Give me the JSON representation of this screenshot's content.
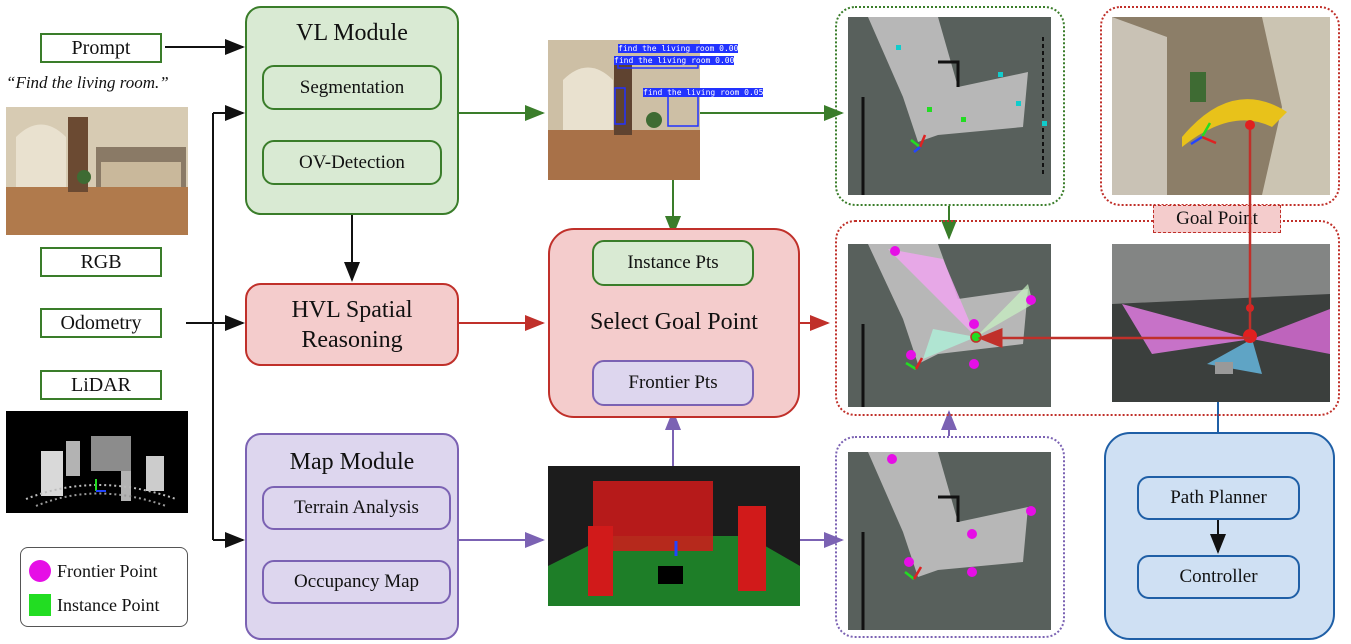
{
  "inputs": {
    "prompt": "Prompt",
    "prompt_text": "“Find the living room.”",
    "rgb": "RGB",
    "odometry": "Odometry",
    "lidar": "LiDAR"
  },
  "vl_module": {
    "title": "VL Module",
    "segmentation": "Segmentation",
    "detection": "OV-Detection"
  },
  "hvl": {
    "line1": "HVL Spatial",
    "line2": "Reasoning"
  },
  "map_module": {
    "title": "Map Module",
    "terrain": "Terrain Analysis",
    "occupancy": "Occupancy Map"
  },
  "select": {
    "title": "Select Goal Point",
    "instance": "Instance Pts",
    "frontier": "Frontier Pts"
  },
  "detections": {
    "label": "find the living room 0.00",
    "label_b": "find the living room 0.05"
  },
  "goal_point_label": "Goal Point",
  "planner": {
    "path_planner": "Path Planner",
    "controller": "Controller"
  },
  "legend": {
    "frontier": "Frontier Point",
    "instance": "Instance Point"
  },
  "colors": {
    "green_border": "#3a7d2a",
    "green_fill": "#d9ead3",
    "red_border": "#c0302a",
    "red_fill": "#f4cccc",
    "purple_border": "#7b62b3",
    "purple_fill": "#ddd6ee",
    "blue_border": "#1f5fa6",
    "blue_fill": "#cfe0f3",
    "frontier": "#e60ee6",
    "instance": "#22dd22"
  }
}
